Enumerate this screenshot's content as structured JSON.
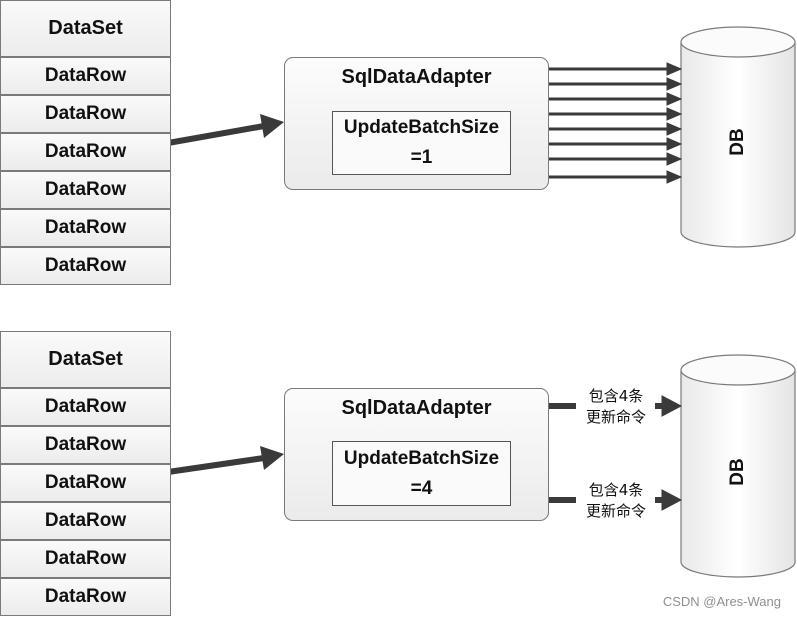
{
  "top": {
    "dataset_header": "DataSet",
    "rows": [
      "DataRow",
      "DataRow",
      "DataRow",
      "DataRow",
      "DataRow",
      "DataRow"
    ],
    "adapter_title": "SqlDataAdapter",
    "batch_line1": "UpdateBatchSize",
    "batch_line2": "=1",
    "db_label": "DB"
  },
  "bottom": {
    "dataset_header": "DataSet",
    "rows": [
      "DataRow",
      "DataRow",
      "DataRow",
      "DataRow",
      "DataRow",
      "DataRow"
    ],
    "adapter_title": "SqlDataAdapter",
    "batch_line1": "UpdateBatchSize",
    "batch_line2": "=4",
    "db_label": "DB",
    "commands": [
      {
        "line1": "包含4条",
        "line2": "更新命令"
      },
      {
        "line1": "包含4条",
        "line2": "更新命令"
      }
    ]
  },
  "watermark": "CSDN @Ares-Wang",
  "colors": {
    "arrow": "#3a3a3a",
    "border": "#7a7a7a"
  }
}
